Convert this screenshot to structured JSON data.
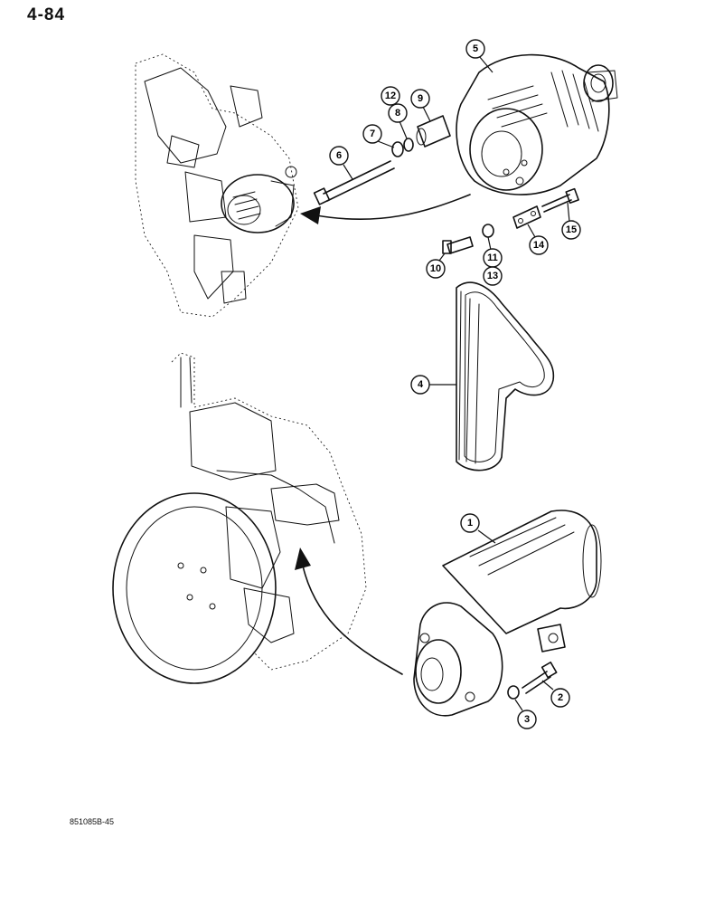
{
  "page": {
    "number": "4-84",
    "figure_code": "851085B-45"
  },
  "callouts": [
    {
      "id": "1",
      "label": "1"
    },
    {
      "id": "2",
      "label": "2"
    },
    {
      "id": "3",
      "label": "3"
    },
    {
      "id": "4",
      "label": "4"
    },
    {
      "id": "5",
      "label": "5"
    },
    {
      "id": "6",
      "label": "6"
    },
    {
      "id": "7",
      "label": "7"
    },
    {
      "id": "8",
      "label": "8"
    },
    {
      "id": "9",
      "label": "9"
    },
    {
      "id": "10",
      "label": "10"
    },
    {
      "id": "11",
      "label": "11"
    },
    {
      "id": "12",
      "label": "12"
    },
    {
      "id": "13",
      "label": "13"
    },
    {
      "id": "14",
      "label": "14"
    },
    {
      "id": "15",
      "label": "15"
    }
  ]
}
